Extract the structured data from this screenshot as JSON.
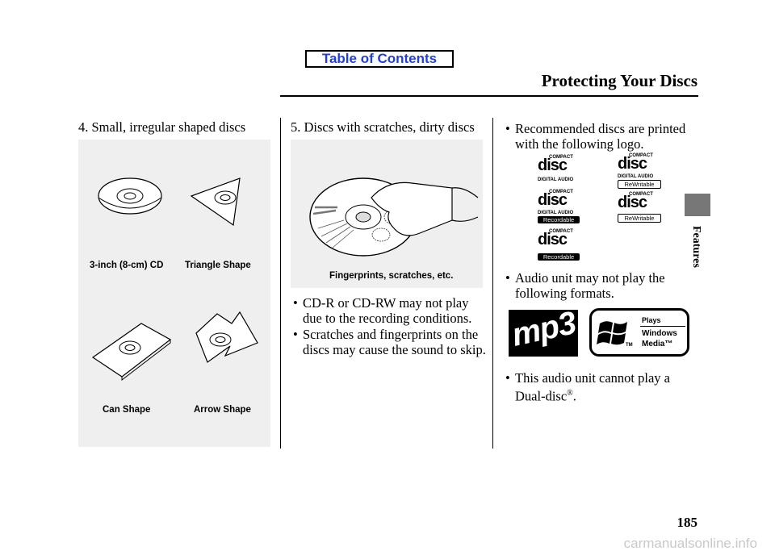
{
  "header": {
    "toc_button": "Table of Contents",
    "page_title": "Protecting Your Discs",
    "section_label": "Features"
  },
  "col1": {
    "heading": "4. Small, irregular shaped discs",
    "captions": {
      "cd3": "3-inch (8-cm) CD",
      "triangle": "Triangle Shape",
      "can": "Can Shape",
      "arrow": "Arrow Shape"
    }
  },
  "col2": {
    "heading": "5. Discs with scratches, dirty discs",
    "caption": "Fingerprints, scratches, etc.",
    "bullets": [
      "CD-R or CD-RW may not play due to the recording conditions.",
      "Scratches and fingerprints on the discs may cause the sound to skip."
    ]
  },
  "col3": {
    "bullet1": "Recommended discs are printed with the following logo.",
    "logos": {
      "compact": "COMPACT",
      "disc": "disc",
      "digital_audio": "DIGITAL AUDIO",
      "rewritable": "ReWritable",
      "recordable": "Recordable"
    },
    "bullet2": "Audio unit may not play the following formats.",
    "formats": {
      "mp3": "mp3",
      "plays": "Plays",
      "windows": "Windows",
      "media": "Media™",
      "tm": "TM"
    },
    "bullet3_text": "This audio unit cannot play a Dual-disc",
    "bullet3_mark": "®",
    "bullet3_end": "."
  },
  "footer": {
    "page_number": "185",
    "watermark": "carmanualsonline.info"
  }
}
